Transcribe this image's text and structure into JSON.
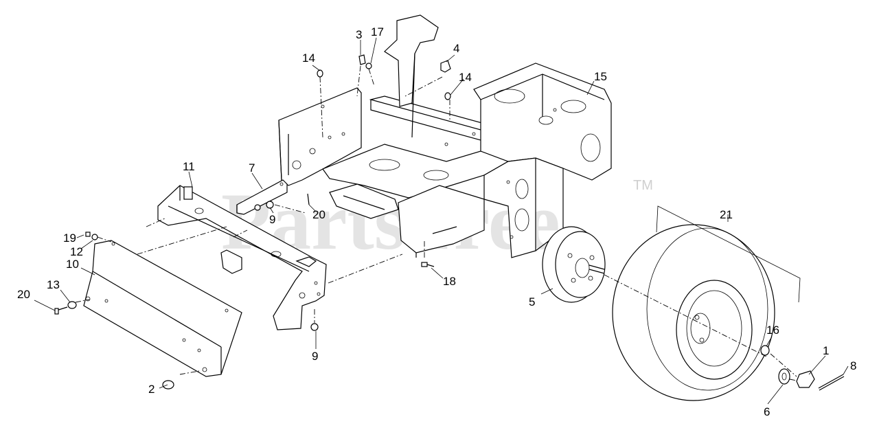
{
  "watermark": {
    "brand": "PartsTree",
    "trademark": "TM"
  },
  "colors": {
    "line": "#000000",
    "background": "#ffffff",
    "watermark": "#cfcfcf"
  },
  "callouts": [
    {
      "id": "c1",
      "label": "1"
    },
    {
      "id": "c2",
      "label": "2"
    },
    {
      "id": "c3",
      "label": "3"
    },
    {
      "id": "c4",
      "label": "4"
    },
    {
      "id": "c5",
      "label": "5"
    },
    {
      "id": "c6",
      "label": "6"
    },
    {
      "id": "c7",
      "label": "7"
    },
    {
      "id": "c8",
      "label": "8"
    },
    {
      "id": "c9a",
      "label": "9"
    },
    {
      "id": "c9b",
      "label": "9"
    },
    {
      "id": "c10",
      "label": "10"
    },
    {
      "id": "c11",
      "label": "11"
    },
    {
      "id": "c12",
      "label": "12"
    },
    {
      "id": "c13",
      "label": "13"
    },
    {
      "id": "c14a",
      "label": "14"
    },
    {
      "id": "c14b",
      "label": "14"
    },
    {
      "id": "c15",
      "label": "15"
    },
    {
      "id": "c16",
      "label": "16"
    },
    {
      "id": "c17",
      "label": "17"
    },
    {
      "id": "c18",
      "label": "18"
    },
    {
      "id": "c19",
      "label": "19"
    },
    {
      "id": "c20a",
      "label": "20"
    },
    {
      "id": "c20b",
      "label": "20"
    },
    {
      "id": "c21",
      "label": "21"
    }
  ]
}
